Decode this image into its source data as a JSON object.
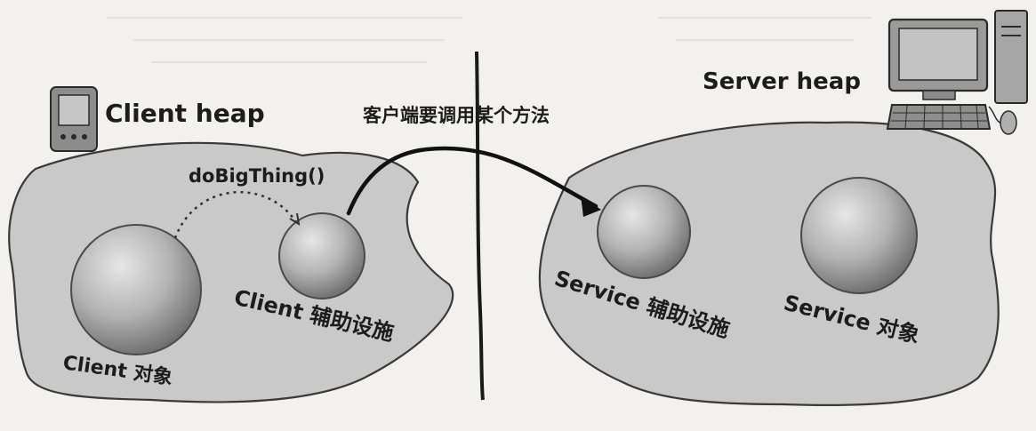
{
  "client": {
    "heap_label": "Client heap",
    "method_call": "doBigThing()",
    "helper_label": "Client 辅助设施",
    "object_label": "Client 对象"
  },
  "server": {
    "heap_label": "Server heap",
    "helper_label": "Service 辅助设施",
    "object_label": "Service 对象"
  },
  "request_caption": "客户端要调用某个方法",
  "icons": {
    "client": "handheld-device-icon",
    "server": "desktop-computer-icon"
  },
  "colors": {
    "blob": "#c8c8c8",
    "sphere": "#b2b2b2",
    "ink": "#1c1c1c"
  }
}
